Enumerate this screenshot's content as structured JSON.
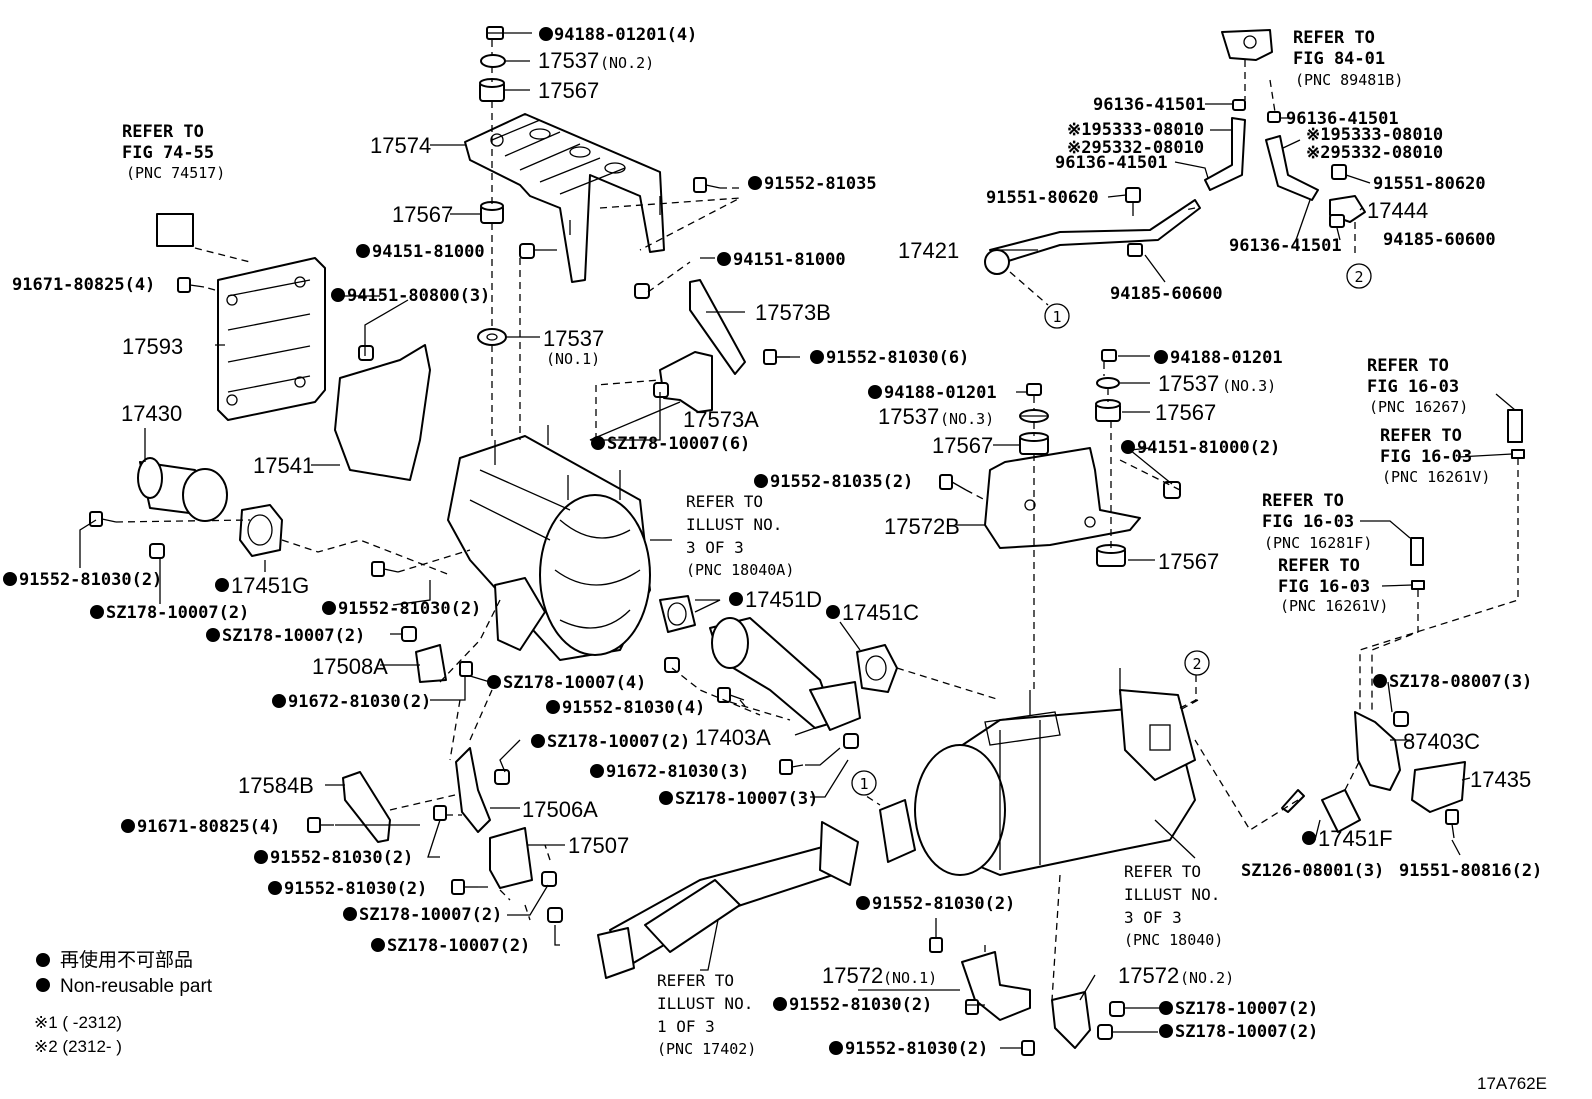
{
  "labels": [
    {
      "id": "l1",
      "text": "94188-01201(4)",
      "bullet": true
    },
    {
      "id": "l2",
      "text": "17537",
      "sub": "(NO.2)"
    },
    {
      "id": "l3",
      "text": "17567"
    },
    {
      "id": "l4",
      "text": "17574"
    },
    {
      "id": "l5",
      "text": "91552-81035",
      "bullet": true
    },
    {
      "id": "l6",
      "text": "17567"
    },
    {
      "id": "l7",
      "text": "94151-81000",
      "bullet": true
    },
    {
      "id": "l8",
      "text": "94151-81000",
      "bullet": true
    },
    {
      "id": "l9",
      "text": "94151-80800(3)",
      "bullet": true
    },
    {
      "id": "l10",
      "text": "17573B"
    },
    {
      "id": "l11",
      "text": "17537"
    },
    {
      "id": "l12",
      "text": "(NO.1)"
    },
    {
      "id": "l13",
      "text": "91552-81030(6)",
      "bullet": true
    },
    {
      "id": "l14",
      "text": "17573A"
    },
    {
      "id": "l15",
      "text": "SZ178-10007(6)",
      "bullet": true
    },
    {
      "id": "l16",
      "text": "91671-80825(4)"
    },
    {
      "id": "l17",
      "text": "17593"
    },
    {
      "id": "l18",
      "text": "17430"
    },
    {
      "id": "l19",
      "text": "17541"
    },
    {
      "id": "l20",
      "text": "91552-81030(2)",
      "bullet": true
    },
    {
      "id": "l21",
      "text": "17451G",
      "bullet": true
    },
    {
      "id": "l22",
      "text": "SZ178-10007(2)",
      "bullet": true
    },
    {
      "id": "l23",
      "text": "91552-81030(2)",
      "bullet": true
    },
    {
      "id": "l24",
      "text": "SZ178-10007(2)",
      "bullet": true
    },
    {
      "id": "l25",
      "text": "17508A"
    },
    {
      "id": "l26",
      "text": "91672-81030(2)",
      "bullet": true
    },
    {
      "id": "l27",
      "text": "SZ178-10007(4)",
      "bullet": true
    },
    {
      "id": "l28",
      "text": "17451D",
      "bullet": true
    },
    {
      "id": "l29",
      "text": "17451C",
      "bullet": true
    },
    {
      "id": "l30",
      "text": "91552-81030(4)",
      "bullet": true
    },
    {
      "id": "l31",
      "text": "17403A"
    },
    {
      "id": "l32",
      "text": "SZ178-10007(2)",
      "bullet": true
    },
    {
      "id": "l33",
      "text": "91672-81030(3)",
      "bullet": true
    },
    {
      "id": "l34",
      "text": "SZ178-10007(3)",
      "bullet": true
    },
    {
      "id": "l35",
      "text": "17584B"
    },
    {
      "id": "l36",
      "text": "17506A"
    },
    {
      "id": "l37",
      "text": "91671-80825(4)",
      "bullet": true
    },
    {
      "id": "l38",
      "text": "91552-81030(2)",
      "bullet": true
    },
    {
      "id": "l39",
      "text": "17507"
    },
    {
      "id": "l40",
      "text": "91552-81030(2)",
      "bullet": true
    },
    {
      "id": "l41",
      "text": "SZ178-10007(2)",
      "bullet": true
    },
    {
      "id": "l42",
      "text": "SZ178-10007(2)",
      "bullet": true
    },
    {
      "id": "l43",
      "text": "94188-01201",
      "bullet": true
    },
    {
      "id": "l44",
      "text": "17537",
      "sub": "(NO.3)"
    },
    {
      "id": "l45",
      "text": "94188-01201",
      "bullet": true
    },
    {
      "id": "l46",
      "text": "17537",
      "sub": "(NO.3)"
    },
    {
      "id": "l47",
      "text": "17567"
    },
    {
      "id": "l48",
      "text": "17567"
    },
    {
      "id": "l49",
      "text": "94151-81000(2)",
      "bullet": true
    },
    {
      "id": "l50",
      "text": "91552-81035(2)",
      "bullet": true
    },
    {
      "id": "l51",
      "text": "17572B"
    },
    {
      "id": "l52",
      "text": "17567"
    },
    {
      "id": "l53",
      "text": "96136-41501"
    },
    {
      "id": "l54",
      "text": "※195333-08010"
    },
    {
      "id": "l55",
      "text": "※295332-08010"
    },
    {
      "id": "l56",
      "text": "96136-41501"
    },
    {
      "id": "l57",
      "text": "96136-41501"
    },
    {
      "id": "l58",
      "text": "※195333-08010"
    },
    {
      "id": "l59",
      "text": "※295332-08010"
    },
    {
      "id": "l60",
      "text": "91551-80620"
    },
    {
      "id": "l61",
      "text": "91551-80620"
    },
    {
      "id": "l62",
      "text": "17444"
    },
    {
      "id": "l63",
      "text": "17421"
    },
    {
      "id": "l64",
      "text": "96136-41501"
    },
    {
      "id": "l65",
      "text": "94185-60600"
    },
    {
      "id": "l66",
      "text": "94185-60600"
    },
    {
      "id": "l67",
      "text": "SZ178-08007(3)",
      "bullet": true
    },
    {
      "id": "l68",
      "text": "87403C"
    },
    {
      "id": "l69",
      "text": "17435"
    },
    {
      "id": "l70",
      "text": "17451F",
      "bullet": true
    },
    {
      "id": "l71",
      "text": "SZ126-08001(3)"
    },
    {
      "id": "l72",
      "text": "91551-80816(2)"
    },
    {
      "id": "l73",
      "text": "91552-81030(2)",
      "bullet": true
    },
    {
      "id": "l74",
      "text": "17572",
      "sub": "(NO.1)"
    },
    {
      "id": "l75",
      "text": "17572",
      "sub": "(NO.2)"
    },
    {
      "id": "l76",
      "text": "91552-81030(2)",
      "bullet": true
    },
    {
      "id": "l77",
      "text": "SZ178-10007(2)",
      "bullet": true
    },
    {
      "id": "l78",
      "text": "SZ178-10007(2)",
      "bullet": true
    },
    {
      "id": "l79",
      "text": "91552-81030(2)",
      "bullet": true
    }
  ],
  "refs": [
    {
      "id": "r1",
      "lines": [
        "REFER TO",
        "FIG 74-55",
        "(PNC 74517)"
      ]
    },
    {
      "id": "r2",
      "lines": [
        "REFER TO",
        "FIG 84-01",
        "(PNC 89481B)"
      ]
    },
    {
      "id": "r3",
      "lines": [
        "REFER TO",
        "ILLUST NO.",
        "3 OF 3",
        "(PNC 18040A)"
      ]
    },
    {
      "id": "r4",
      "lines": [
        "REFER TO",
        "FIG 16-03",
        "(PNC 16267)"
      ]
    },
    {
      "id": "r5",
      "lines": [
        "REFER TO",
        "FIG 16-03",
        "(PNC 16261V)"
      ]
    },
    {
      "id": "r6",
      "lines": [
        "REFER TO",
        "FIG 16-03",
        "(PNC 16281F)"
      ]
    },
    {
      "id": "r7",
      "lines": [
        "REFER TO",
        "FIG 16-03",
        "(PNC 16261V)"
      ]
    },
    {
      "id": "r8",
      "lines": [
        "REFER TO",
        "ILLUST NO.",
        "3 OF 3",
        "(PNC 18040)"
      ]
    },
    {
      "id": "r9",
      "lines": [
        "REFER TO",
        "ILLUST NO.",
        "1 OF 3",
        "(PNC 17402)"
      ]
    }
  ],
  "circles": [
    "1",
    "2",
    "1",
    "2"
  ],
  "legend": {
    "jp": "再使用不可部品",
    "en": "Non-reusable part",
    "note1": "※1 (       -2312)",
    "note2": "※2 (2312-       )"
  },
  "code": "17A762E"
}
